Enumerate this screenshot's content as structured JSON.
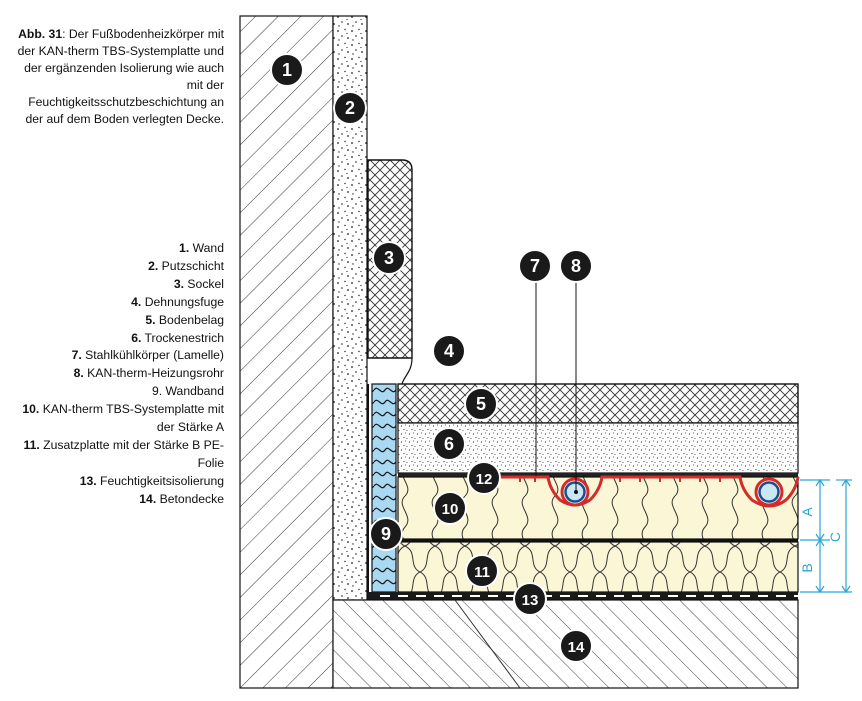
{
  "caption": {
    "label": "Abb. 31",
    "text": ": Der Fußbodenheizkörper mit der KAN-therm TBS-Systemplatte und der ergänzenden Isolierung wie auch mit der Feuchtigkeitsschutzbeschichtung an der auf dem Boden verlegten Decke."
  },
  "legend": [
    {
      "num": "1.",
      "text": " Wand"
    },
    {
      "num": "2.",
      "text": " Putzschicht"
    },
    {
      "num": "3.",
      "text": " Sockel"
    },
    {
      "num": "4.",
      "text": " Dehnungsfuge"
    },
    {
      "num": "5.",
      "text": " Bodenbelag"
    },
    {
      "num": "6.",
      "text": " Trockenestrich"
    },
    {
      "num": "7.",
      "text": " Stahlkühlkörper (Lamelle)"
    },
    {
      "num": "8.",
      "text": " KAN-therm-Heizungsrohr"
    },
    {
      "num": "",
      "text": "9. Wandband"
    },
    {
      "num": "10.",
      "text": " KAN-therm TBS-Systemplatte mit der Stärke A"
    },
    {
      "num": "11.",
      "text": " Zusatzplatte mit der Stärke B PE-Folie"
    },
    {
      "num": "13.",
      "text": " Feuchtigkeitsisolierung"
    },
    {
      "num": "14.",
      "text": " Betondecke"
    }
  ],
  "badges": [
    "1",
    "2",
    "3",
    "4",
    "5",
    "6",
    "7",
    "8",
    "9",
    "10",
    "11",
    "12",
    "13",
    "14"
  ],
  "dimensions": {
    "a": "A",
    "b": "B",
    "c": "C"
  },
  "colors": {
    "insulation": "#fbf6d5",
    "wall_band": "#a9d8f2",
    "pipe_ring": "#d42b2b",
    "dimension": "#2aa7d6",
    "badge": "#1a1a1a"
  }
}
